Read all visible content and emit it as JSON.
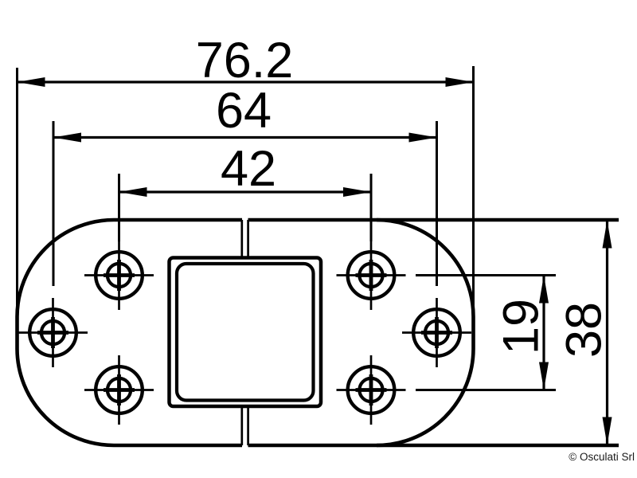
{
  "page": {
    "background_color": "#ffffff",
    "line_color": "#000000",
    "text_color": "#000000"
  },
  "drawing": {
    "type": "technical-drawing",
    "dimensions": {
      "overall_width": "76.2",
      "outer_hole_spacing": "64",
      "inner_hole_spacing": "42",
      "vertical_hole_spacing": "19",
      "overall_height": "38"
    },
    "copyright": "© Osculati Srl"
  }
}
